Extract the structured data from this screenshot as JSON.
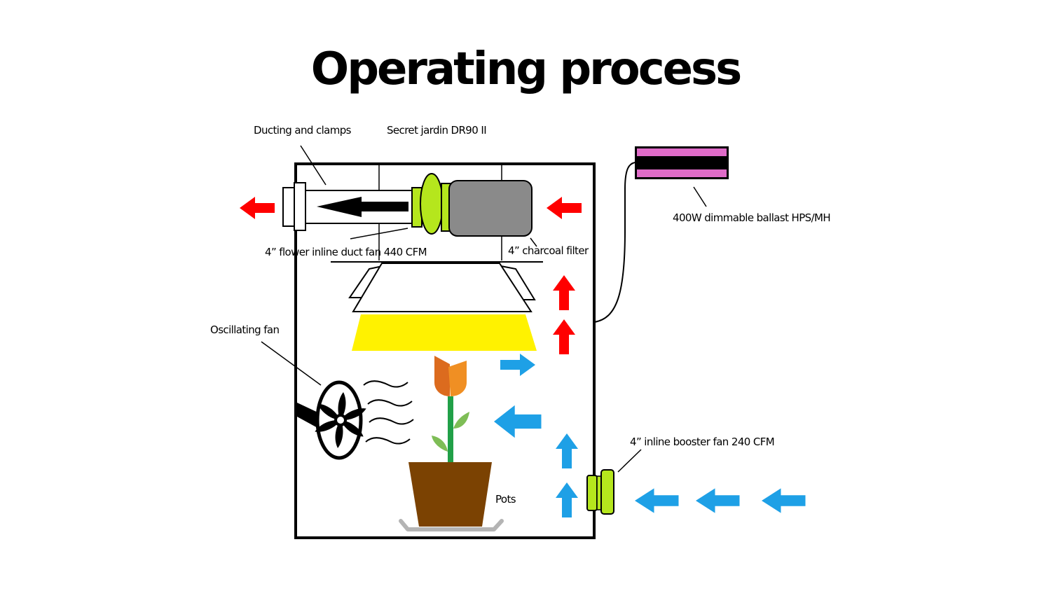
{
  "title": "Operating process",
  "labels": {
    "ducting": "Ducting and clamps",
    "tent": "Secret jardin DR90 II",
    "duct_fan": "4” flower inline duct fan 440 CFM",
    "charcoal_filter": "4” charcoal filter",
    "ballast": "400W dimmable ballast HPS/MH",
    "oscillating_fan": "Oscillating fan",
    "booster_fan": "4” inline booster fan 240 CFM",
    "pots": "Pots"
  },
  "colors": {
    "exhaust_arrow": "#ff0000",
    "intake_arrow": "#1ea0e6",
    "fan_green": "#b5e61d",
    "filter_gray": "#8a8a8a",
    "ballast_pink": "#e06cc8",
    "light_yellow": "#fff200",
    "pot_brown": "#7b4202",
    "stem_green": "#21a048",
    "leaf_green": "#7ebd56",
    "petal_orange": "#e87722",
    "saucer_gray": "#b4b4b4"
  },
  "airflow": {
    "exhaust_arrows": [
      "left-outside",
      "left-into-filter",
      "up-upper",
      "up-lower"
    ],
    "intake_arrows": [
      "right-under-light",
      "left-toward-plant",
      "up-upper",
      "up-lower",
      "left-outside-1",
      "left-outside-2",
      "left-outside-3"
    ]
  }
}
